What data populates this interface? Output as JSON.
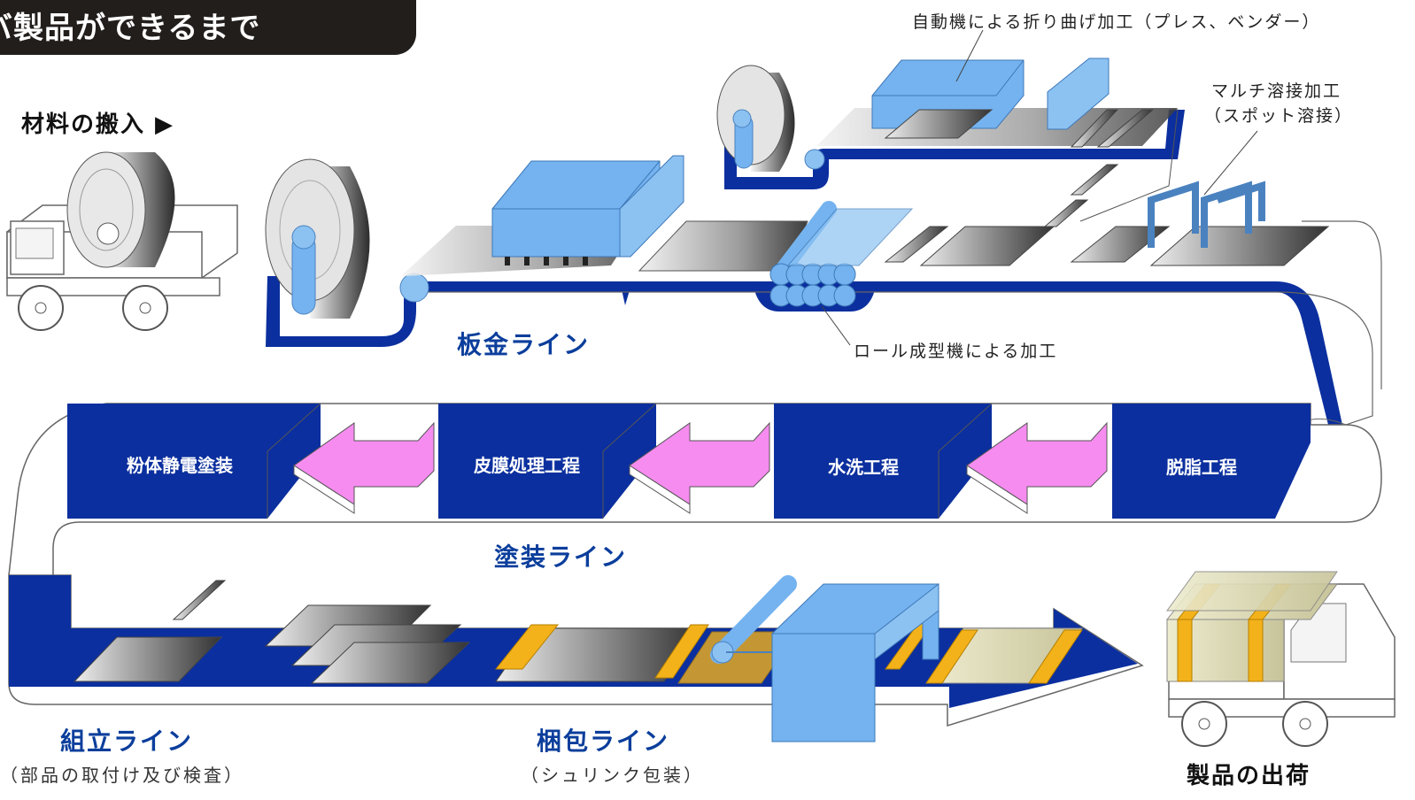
{
  "header": {
    "title": "バ製品ができるまで"
  },
  "labels": {
    "material_in": "材料の搬入 ▶",
    "press_bender": "自動機による折り曲げ加工（プレス、ベンダー）",
    "multi_weld_1": "マルチ溶接加工",
    "multi_weld_2": "（スポット溶接）",
    "sheet_metal_line": "板金ライン",
    "roll_forming": "ロール成型機による加工",
    "painting_line": "塗装ライン",
    "assembly_line": "組立ライン",
    "assembly_note": "（部品の取付け及び検査）",
    "packing_line": "梱包ライン",
    "packing_note": "（シュリンク包装）",
    "shipping": "製品の出荷"
  },
  "painting_stages": [
    {
      "label": "粉体静電塗装"
    },
    {
      "label": "皮膜処理工程"
    },
    {
      "label": "水洗工程"
    },
    {
      "label": "脱脂工程"
    }
  ],
  "colors": {
    "conveyor_blue": "#0b2f9e",
    "machine_blue": "#74b3ef",
    "arrow_pink": "#f68cf0",
    "package_yellow": "#f3b21a",
    "title_bg": "#221e1c"
  }
}
